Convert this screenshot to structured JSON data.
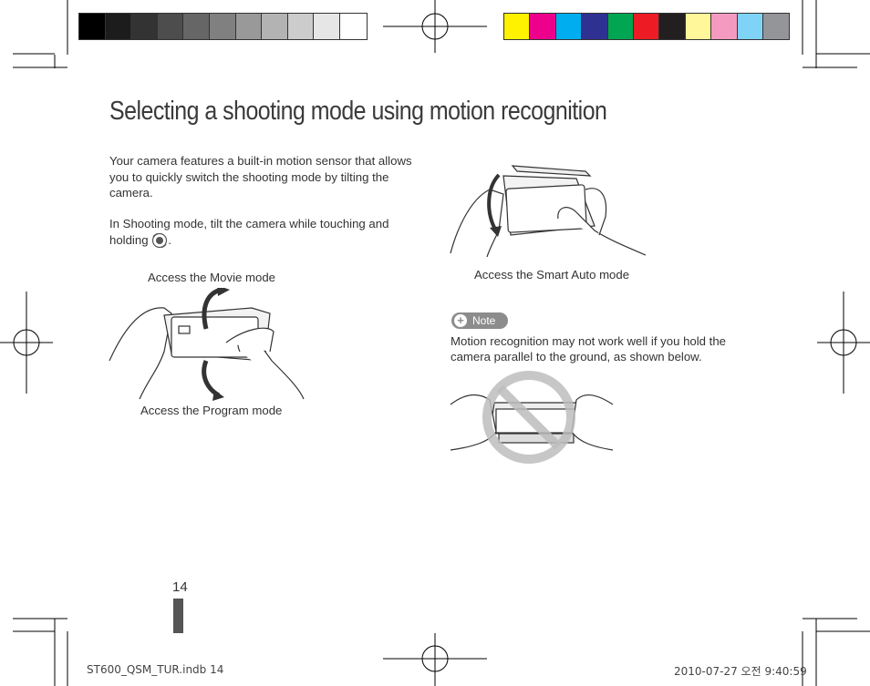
{
  "title": "Selecting a shooting mode using motion recognition",
  "intro": {
    "p1": "Your camera features a built-in motion sensor that allows you to quickly switch the shooting mode by tilting the camera.",
    "p2_before": "In Shooting mode, tilt the camera while touching and holding ",
    "p2_after": "."
  },
  "captions": {
    "movie": "Access the Movie mode",
    "program": "Access the Program mode",
    "smart_auto": "Access the Smart Auto mode"
  },
  "note": {
    "badge": "Note",
    "text": "Motion recognition may not work well if you hold the camera parallel to the ground, as shown below."
  },
  "page_number": "14",
  "footer": {
    "left": "ST600_QSM_TUR.indb   14",
    "right": "2010-07-27   오전 9:40:59"
  },
  "colors": {
    "grayscale": [
      "#000000",
      "#1c1c1c",
      "#333333",
      "#4d4d4d",
      "#666666",
      "#808080",
      "#999999",
      "#b3b3b3",
      "#cccccc",
      "#e6e6e6",
      "#ffffff"
    ],
    "process": [
      "#fff200",
      "#ec008c",
      "#00aeef",
      "#2e3192",
      "#00a651",
      "#ed1c24",
      "#231f20",
      "#fff799",
      "#f49ac1",
      "#7fd3f7",
      "#939598"
    ]
  }
}
